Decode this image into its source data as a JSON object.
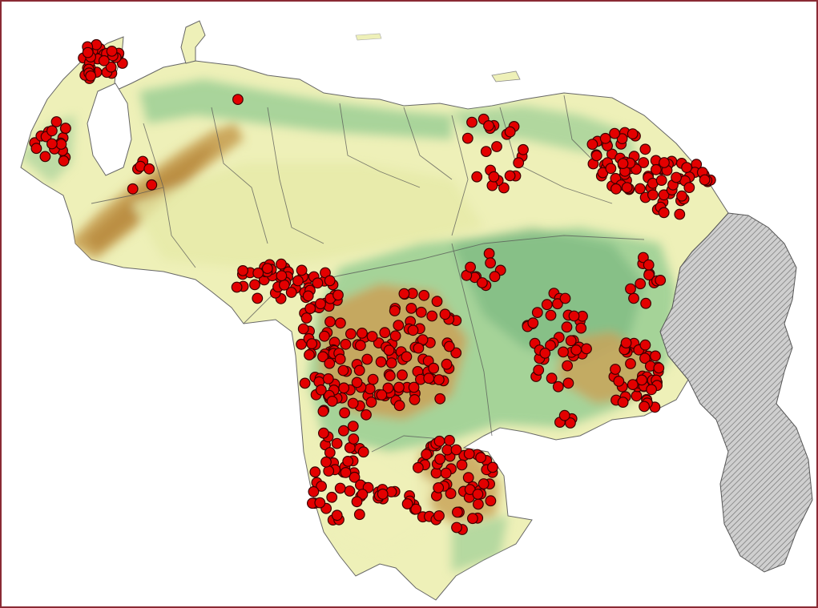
{
  "map": {
    "colors": {
      "frame": "#8a2a34",
      "background": "#ffffff",
      "lowland": "#eef0b8",
      "plain": "#e6eaa8",
      "forest": "#9ccf95",
      "forest_dark": "#6fb07a",
      "highland": "#c9a45a",
      "mountain": "#b98a3e",
      "lake": "#ffffff",
      "claim_zone": "#c9c9c9",
      "claim_hatch": "#7a7a7a",
      "border": "#555555",
      "point_fill": "#e30000",
      "point_stroke": "#3a0000"
    },
    "layers": [
      "relief-base",
      "state-borders",
      "disputed-zone-hatched",
      "occurrence-points"
    ]
  }
}
